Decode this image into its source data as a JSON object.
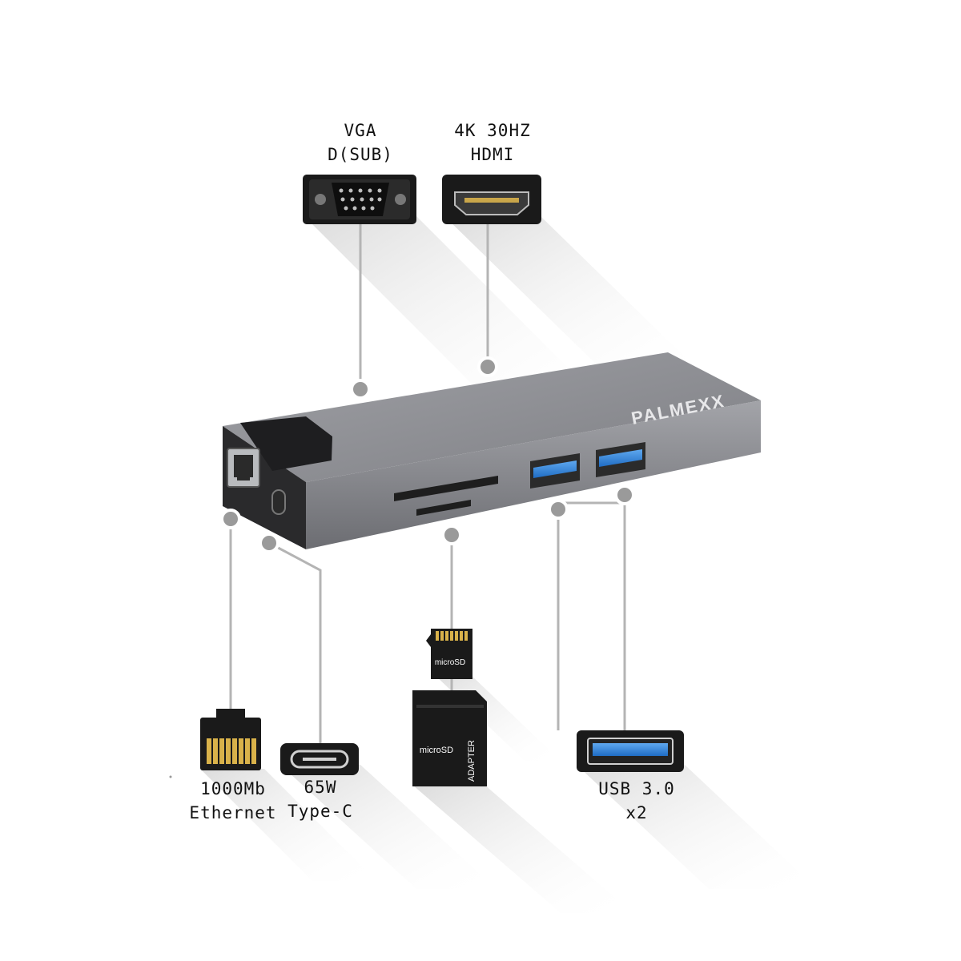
{
  "brand": {
    "name": "PALMEXX"
  },
  "ports": {
    "vga": {
      "line1": "VGA",
      "line2": "D(SUB)",
      "icon": "vga-port-icon"
    },
    "hdmi": {
      "line1": "4K 30HZ",
      "line2": "HDMI",
      "icon": "hdmi-port-icon"
    },
    "ethernet": {
      "line1": "1000Mb",
      "line2": "Ethernet",
      "icon": "ethernet-port-icon"
    },
    "typec": {
      "line1": "65W",
      "line2": "Type-C",
      "icon": "usb-c-port-icon"
    },
    "microsd": {
      "card_label": "microSD",
      "adapter_label": "microSD",
      "adapter_text": "ADAPTER",
      "icon": "microsd-card-icon"
    },
    "usb": {
      "line1": "USB 3.0",
      "line2": "x2",
      "icon": "usb-a-port-icon"
    }
  },
  "colors": {
    "hub_body": "#8e8f94",
    "usb_accent": "#2f7fd6",
    "icon_dark": "#1a1a1a",
    "shadow": "#e4e4e4"
  }
}
